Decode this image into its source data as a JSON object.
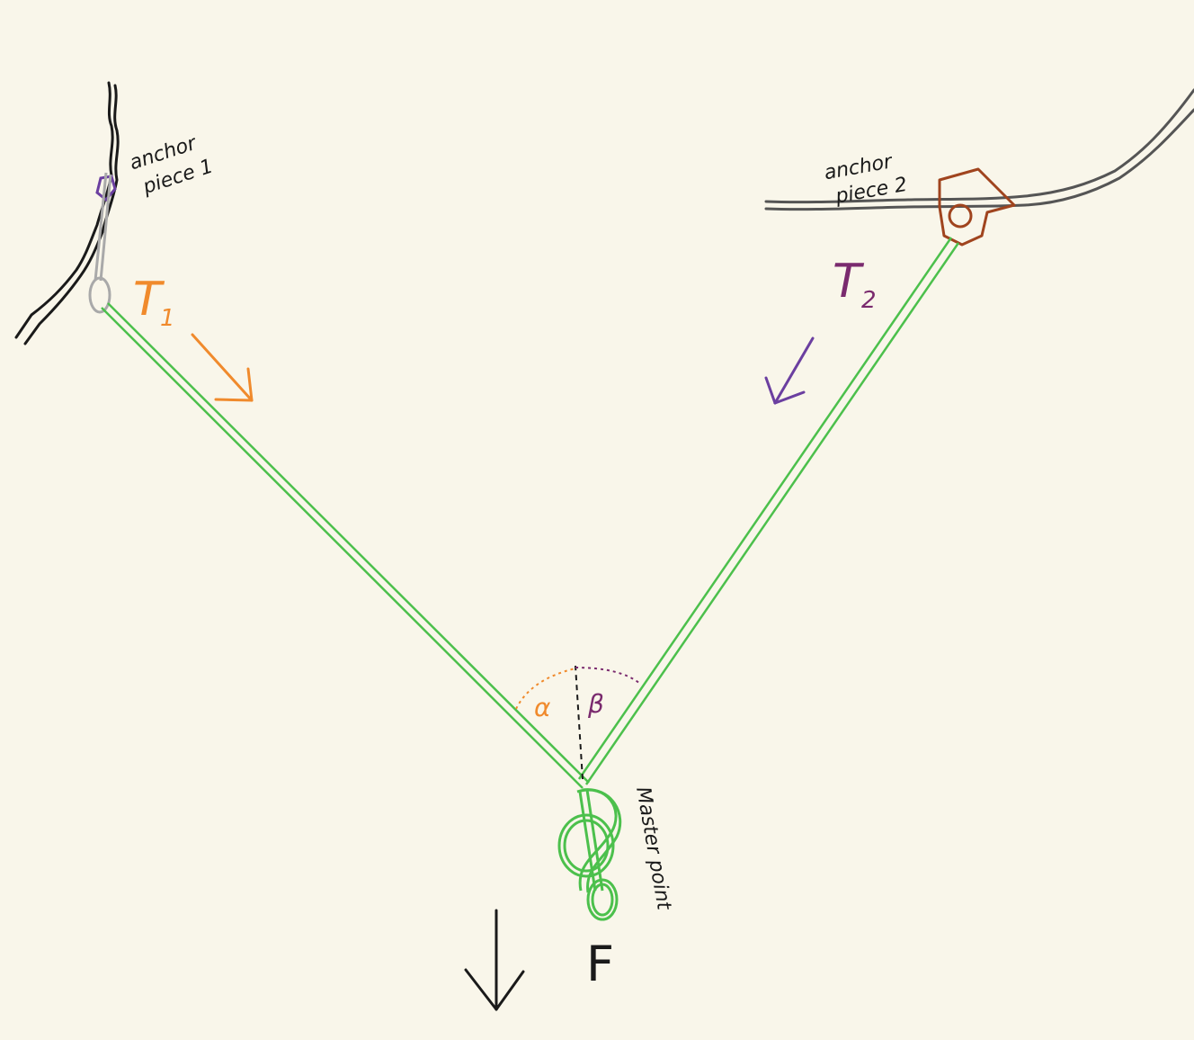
{
  "labels": {
    "anchor1_line1": "anchor",
    "anchor1_line2": "piece 1",
    "anchor2_line1": "anchor",
    "anchor2_line2": "piece 2",
    "t1_main": "T",
    "t1_sub": "1",
    "t2_main": "T",
    "t2_sub": "2",
    "alpha": "α",
    "beta": "β",
    "master_point": "Master point",
    "force": "F"
  },
  "colors": {
    "background": "#f9f6ea",
    "rope": "#4cc04c",
    "tension1": "#f08a2c",
    "tension2": "#7a2a6e",
    "arrow2": "#6b3fa0",
    "anchor2_piece": "#a0441e",
    "rock": "#1a1a1a",
    "rock_right": "#555555",
    "sling": "#a9a9a9",
    "cam": "#6b3fa0",
    "ink": "#1a1a1a"
  }
}
